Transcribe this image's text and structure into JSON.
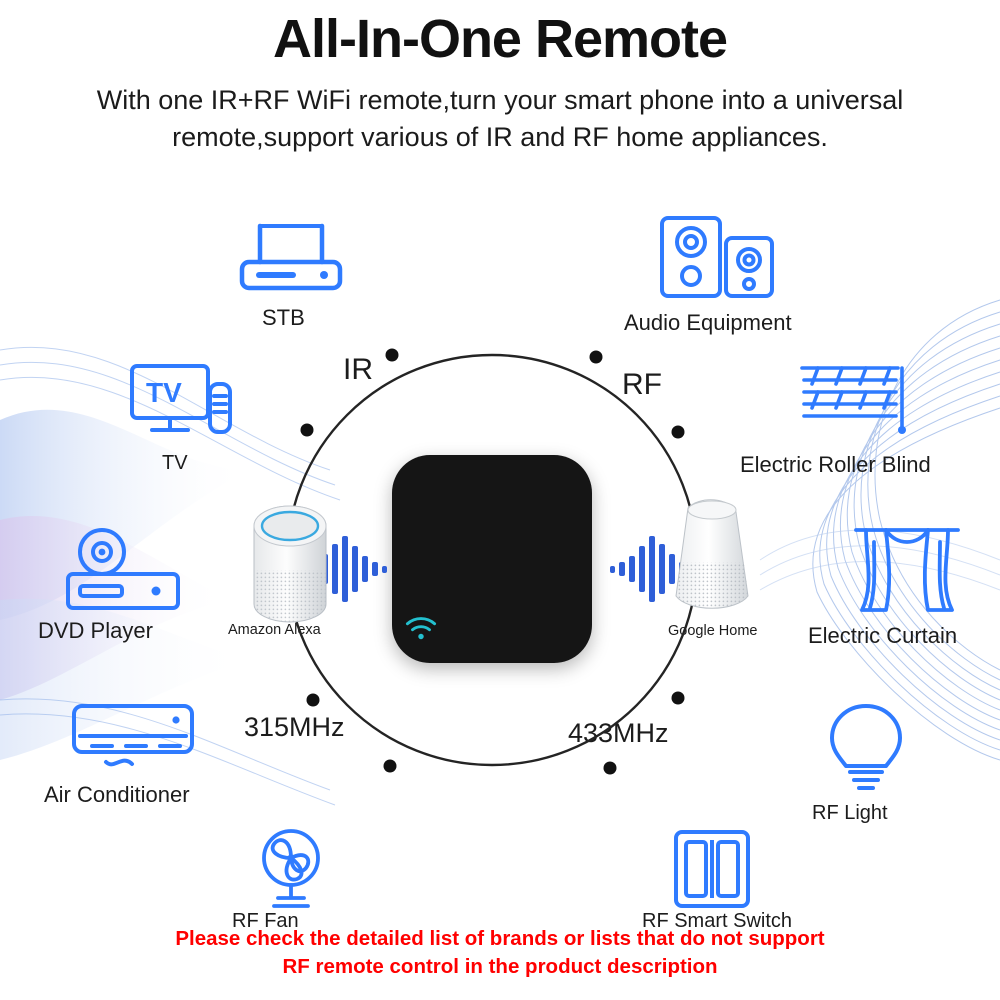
{
  "header": {
    "title": "All-In-One Remote",
    "subtitle": "With one IR+RF WiFi remote,turn your smart phone into a universal remote,support various of IR and RF home appliances."
  },
  "colors": {
    "accent_blue": "#2f7bff",
    "hub_black": "#151515",
    "wifi_teal": "#1fb6c9",
    "warning_red": "#ff0000",
    "ring_dark": "#232323",
    "wave_blue": "#2f6fe0"
  },
  "ring": {
    "labels": {
      "ir": "IR",
      "rf": "RF",
      "freq_left": "315MHz",
      "freq_right": "433MHz"
    }
  },
  "hub": {
    "icon": "wifi-icon"
  },
  "speakers": [
    {
      "name": "Amazon Alexa",
      "side": "left",
      "icon": "smart-speaker-icon"
    },
    {
      "name": "Google Home",
      "side": "right",
      "icon": "smart-speaker-icon"
    }
  ],
  "devices": [
    {
      "label": "STB",
      "icon": "set-top-box-icon",
      "position": "top-left"
    },
    {
      "label": "Audio Equipment",
      "icon": "speaker-pair-icon",
      "position": "top-right"
    },
    {
      "label": "TV",
      "icon": "tv-icon",
      "position": "left-upper"
    },
    {
      "label": "Electric Roller Blind",
      "icon": "roller-blind-icon",
      "position": "right-upper"
    },
    {
      "label": "DVD Player",
      "icon": "dvd-player-icon",
      "position": "left-mid"
    },
    {
      "label": "Electric Curtain",
      "icon": "curtain-icon",
      "position": "right-mid"
    },
    {
      "label": "Air Conditioner",
      "icon": "air-conditioner-icon",
      "position": "left-lower"
    },
    {
      "label": "RF Light",
      "icon": "light-bulb-icon",
      "position": "right-lower"
    },
    {
      "label": "RF Fan",
      "icon": "fan-icon",
      "position": "bottom-left"
    },
    {
      "label": "RF Smart Switch",
      "icon": "wall-switch-icon",
      "position": "bottom-right"
    }
  ],
  "footer": {
    "line1": "Please check the detailed list of brands or lists that do not support",
    "line2": "RF remote control in the product description"
  }
}
